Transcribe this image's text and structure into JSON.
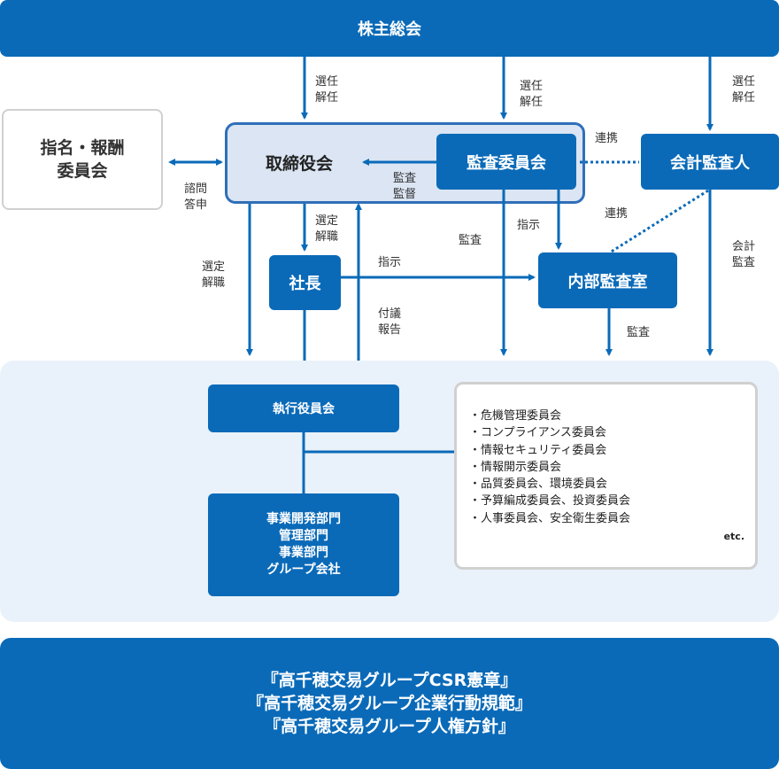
{
  "top_bar": {
    "label": "株主総会"
  },
  "boxes": {
    "nomination": "指名・報酬\n委員会",
    "board": "取締役会",
    "audit_committee": "監査委員会",
    "accounting_auditor": "会計監査人",
    "president": "社長",
    "internal_audit": "内部監査室",
    "exec_committee": "執行役員会",
    "divisions": "事業開発部門\n管理部門\n事業部門\nグループ会社"
  },
  "committees": {
    "items": [
      "・危機管理委員会",
      "・コンプライアンス委員会",
      "・情報セキュリティ委員会",
      "・情報開示委員会",
      "・品質委員会、環境委員会",
      "・予算編成委員会、投資委員会",
      "・人事委員会、安全衛生委員会"
    ],
    "etc": "etc."
  },
  "labels": {
    "elect_1": "選任\n解任",
    "elect_2": "選任\n解任",
    "elect_3": "選任\n解任",
    "consult": "諮問\n答申",
    "audit_supervise": "監査\n監督",
    "coop_1": "連携",
    "coop_2": "連携",
    "select_1": "選定\n解職",
    "select_2": "選定\n解職",
    "instruct_1": "指示",
    "instruct_2": "指示",
    "audit_1": "監査",
    "audit_2": "監査",
    "accounting_audit": "会計\n監査",
    "report": "付議\n報告"
  },
  "footer": {
    "lines": [
      "『高千穂交易グループCSR憲章』",
      "『高千穂交易グループ企業行動規範』",
      "『高千穂交易グループ人権方針』"
    ]
  },
  "colors": {
    "primary": "#0a6ab8",
    "board_fill": "#dbe5f3",
    "ops_bg": "#e9f2fa"
  }
}
